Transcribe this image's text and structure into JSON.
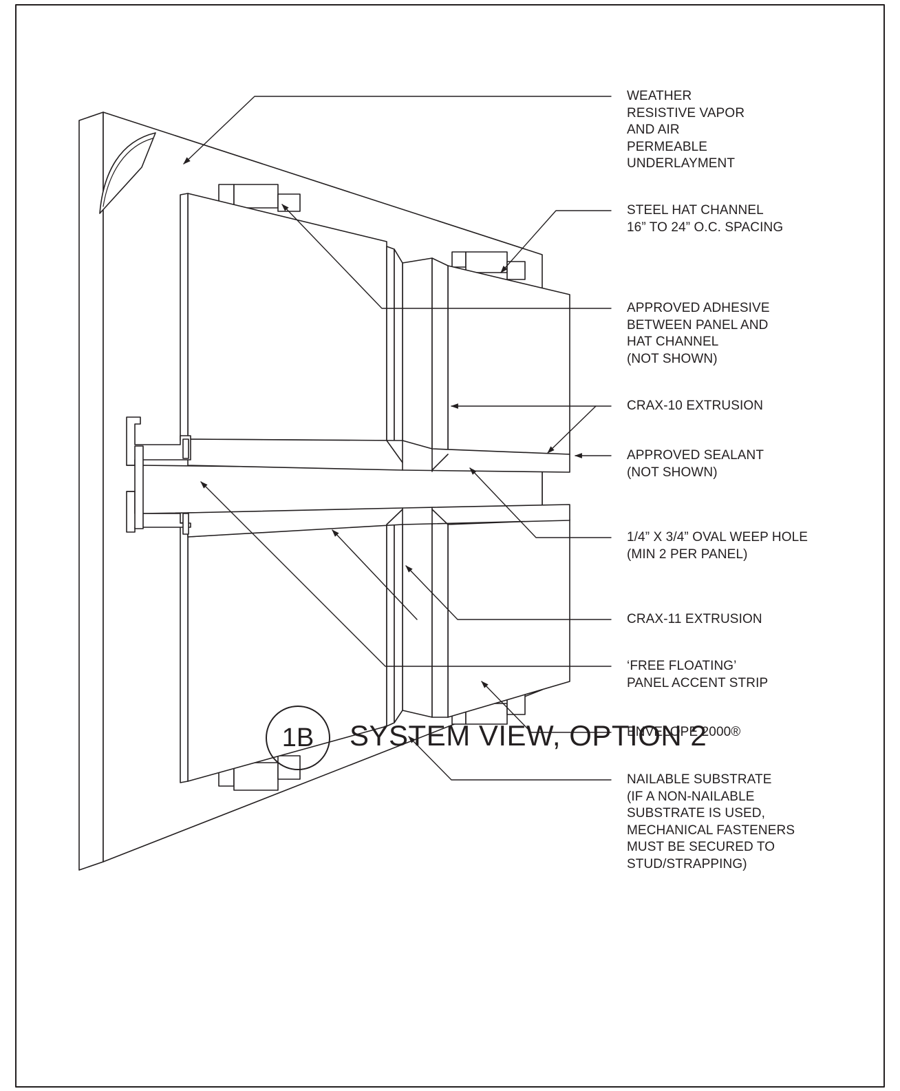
{
  "callouts": {
    "underlayment": "WEATHER\nRESISTIVE VAPOR\nAND AIR\nPERMEABLE\nUNDERLAYMENT",
    "hat_channel": "STEEL HAT CHANNEL\n16” TO 24” O.C. SPACING",
    "adhesive": "APPROVED ADHESIVE\nBETWEEN PANEL AND\nHAT CHANNEL\n(NOT SHOWN)",
    "crax10": "CRAX-10 EXTRUSION",
    "sealant": "APPROVED SEALANT\n(NOT SHOWN)",
    "weep_hole": "1/4” X 3/4” OVAL WEEP HOLE\n(MIN 2 PER PANEL)",
    "crax11": "CRAX-11 EXTRUSION",
    "accent_strip": "‘FREE FLOATING’\nPANEL ACCENT STRIP",
    "envelope": "ENVELOPE 2000®",
    "substrate": "NAILABLE SUBSTRATE\n(IF A NON-NAILABLE\nSUBSTRATE IS USED,\nMECHANICAL FASTENERS\nMUST BE SECURED TO\nSTUD/STRAPPING)"
  },
  "title": {
    "tag": "1B",
    "text": "SYSTEM VIEW, OPTION 2"
  }
}
